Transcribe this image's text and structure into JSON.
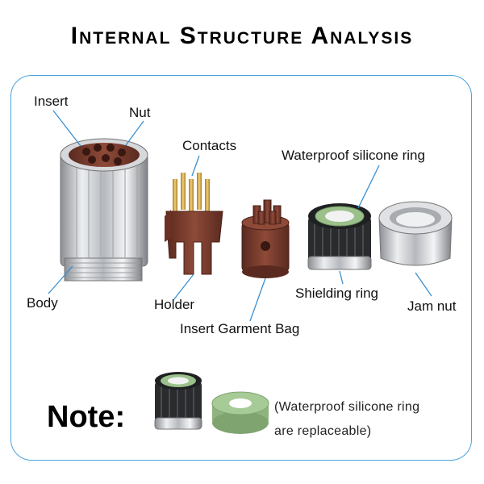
{
  "title": "Internal Structure Analysis",
  "labels": {
    "insert": "Insert",
    "nut": "Nut",
    "contacts": "Contacts",
    "waterproof_ring": "Waterproof silicone ring",
    "body": "Body",
    "holder": "Holder",
    "shielding_ring": "Shielding ring",
    "jam_nut": "Jam nut",
    "insert_garment_bag": "Insert Garment Bag"
  },
  "note": {
    "heading": "Note:",
    "line1": "(Waterproof silicone ring",
    "line2": "are replaceable)"
  },
  "colors": {
    "frame": "#4aa3df",
    "leader": "#3b8fd0",
    "insert_brown": "#7a3a2c",
    "silicone_green": "#9cc08c",
    "metal": "#cfd2d6",
    "gold": "#d8a843"
  }
}
